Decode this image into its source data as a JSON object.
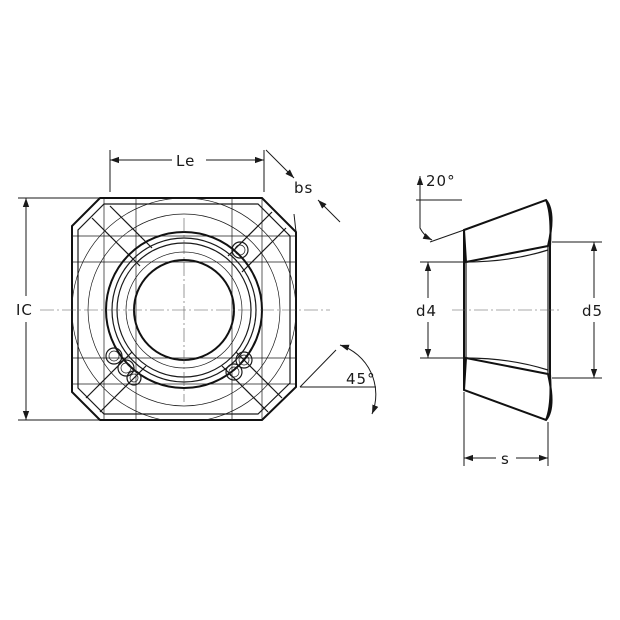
{
  "labels": {
    "le": "Le",
    "bs": "bs",
    "ic": "IC",
    "angle_45": "45°",
    "angle_20": "20°",
    "d4": "d4",
    "d5": "d5",
    "s": "s"
  }
}
